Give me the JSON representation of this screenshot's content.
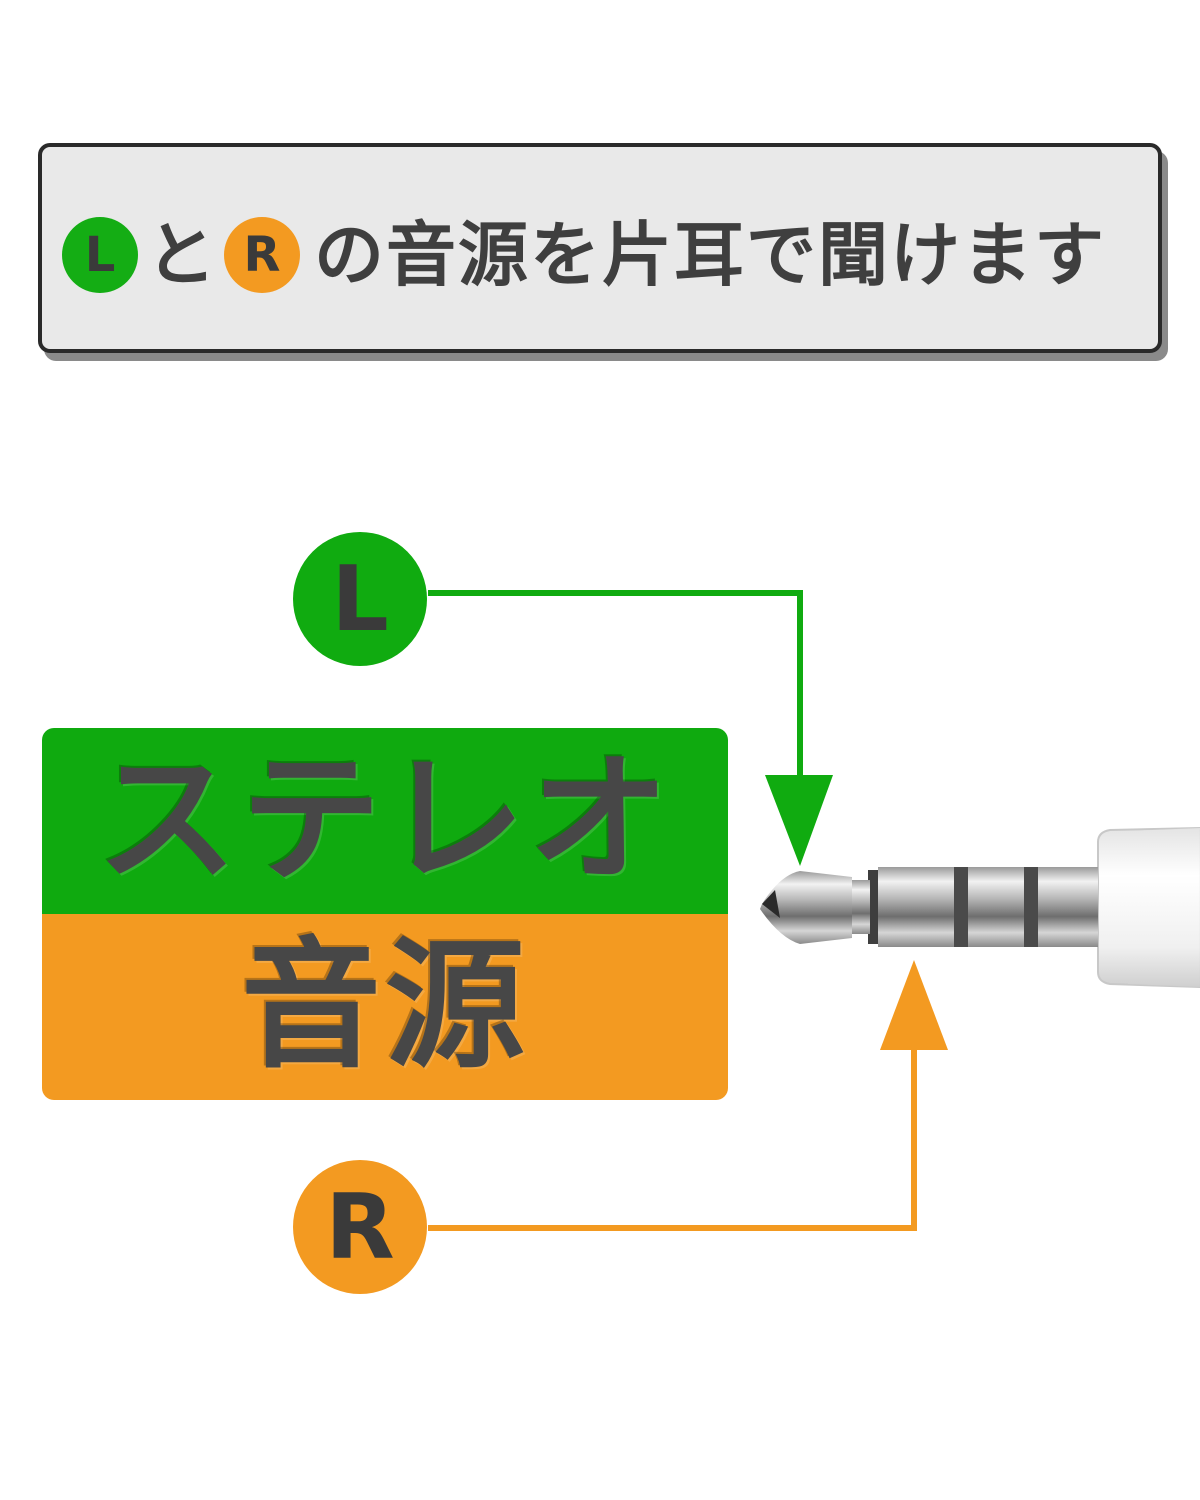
{
  "header": {
    "badge_left": "L",
    "text_mid": "と",
    "badge_right": "R",
    "text_tail": "の音源を片耳で聞けます"
  },
  "source_box": {
    "top_label": "ステレオ",
    "bottom_label": "音源"
  },
  "channels": {
    "left_label": "L",
    "right_label": "R"
  },
  "colors": {
    "left_channel": "#10ab10",
    "right_channel": "#f39a21",
    "text_dark": "#3f3f3f",
    "banner_bg": "#e9e9e9"
  },
  "icons": [
    "audio-plug-icon"
  ]
}
